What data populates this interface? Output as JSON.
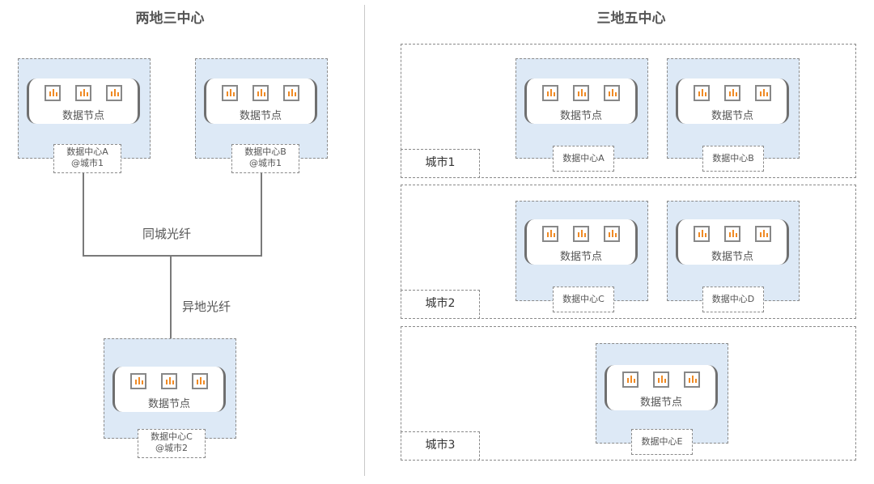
{
  "left": {
    "title": "两地三中心",
    "datacenters": [
      {
        "node_label": "数据节点",
        "name": "数据中心A",
        "location": "@城市1"
      },
      {
        "node_label": "数据节点",
        "name": "数据中心B",
        "location": "@城市1"
      },
      {
        "node_label": "数据节点",
        "name": "数据中心C",
        "location": "@城市2"
      }
    ],
    "links": {
      "same_city": "同城光纤",
      "remote": "异地光纤"
    }
  },
  "right": {
    "title": "三地五中心",
    "cities": [
      {
        "name": "城市1"
      },
      {
        "name": "城市2"
      },
      {
        "name": "城市3"
      }
    ],
    "datacenters": [
      {
        "node_label": "数据节点",
        "name": "数据中心A"
      },
      {
        "node_label": "数据节点",
        "name": "数据中心B"
      },
      {
        "node_label": "数据节点",
        "name": "数据中心C"
      },
      {
        "node_label": "数据节点",
        "name": "数据中心D"
      },
      {
        "node_label": "数据节点",
        "name": "数据中心E"
      }
    ]
  },
  "colors": {
    "dc_fill": "#dde9f6",
    "icon_bar": "#f08a24",
    "line": "#7a7a7a"
  },
  "icons": [
    "server-icon"
  ]
}
